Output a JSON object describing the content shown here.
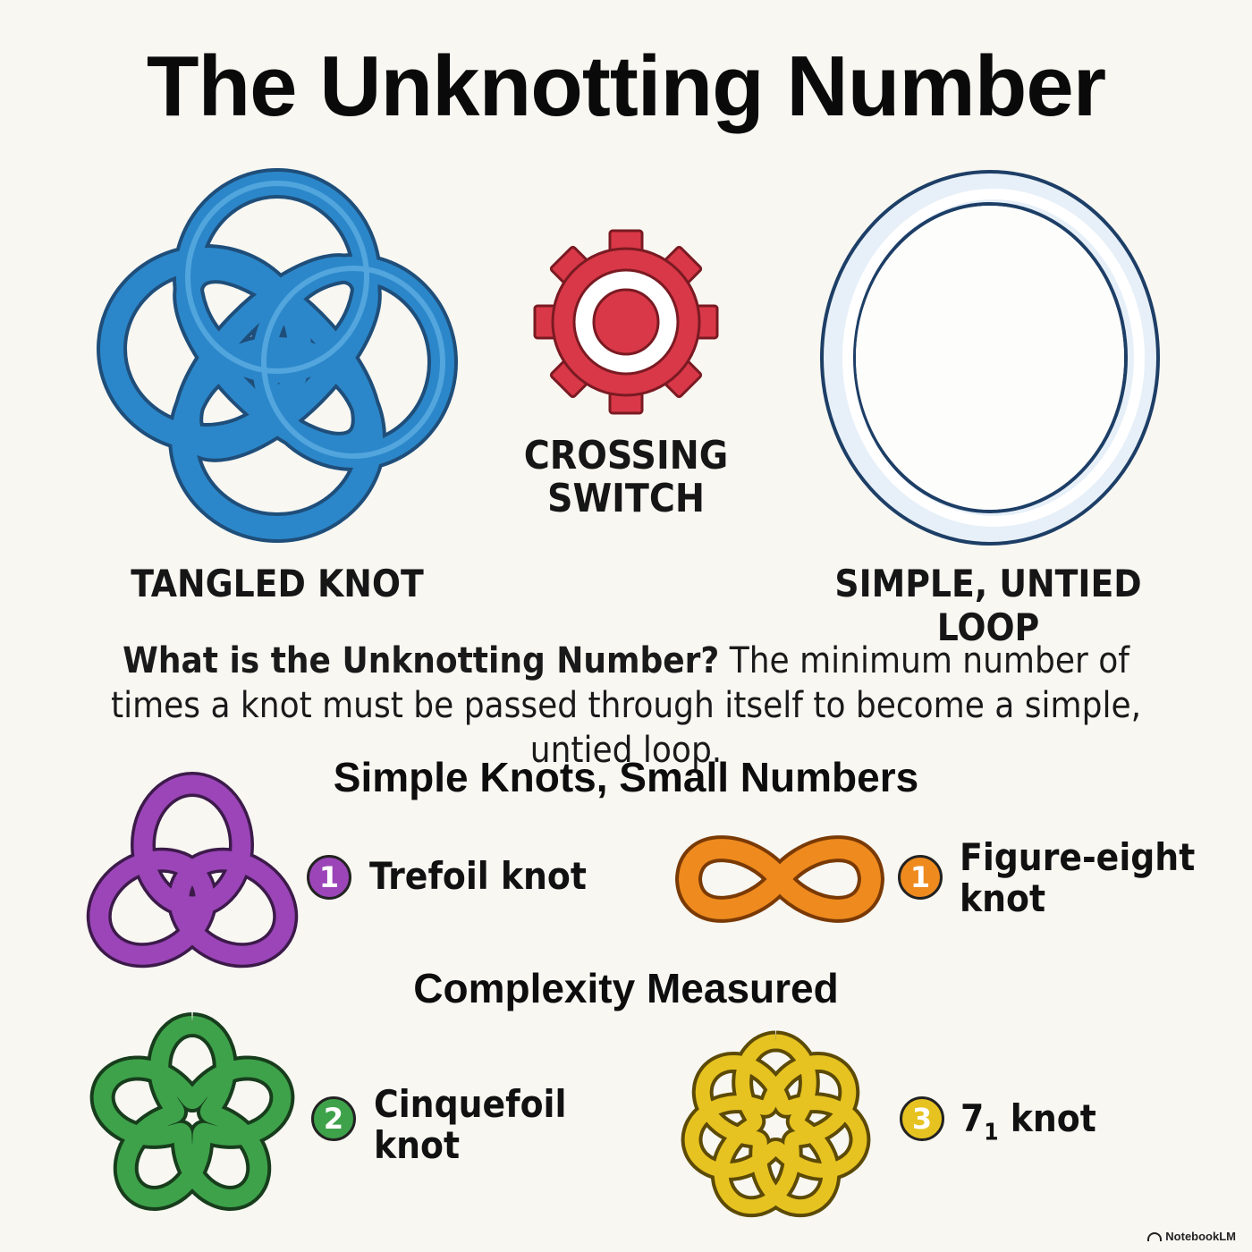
{
  "title": "The Unknotting Number",
  "hero": {
    "left_caption": "TANGLED KNOT",
    "center_caption_line1": "CROSSING",
    "center_caption_line2": "SWITCH",
    "right_caption": "SIMPLE, UNTIED LOOP"
  },
  "definition": {
    "question": "What is the Unknotting Number?",
    "answer": " The minimum number of times a knot must be passed through itself to become a simple, untied loop."
  },
  "section_simple": "Simple Knots, Small Numbers",
  "section_complexity": "Complexity Measured",
  "knots": [
    {
      "name": "Trefoil knot",
      "number": "1",
      "color": "#9b45b8"
    },
    {
      "name_line1": "Figure-eight",
      "name_line2": "knot",
      "number": "1",
      "color": "#ee8a1e"
    },
    {
      "name_line1": "Cinquefoil",
      "name_line2": "knot",
      "number": "2",
      "color": "#3ea24a"
    },
    {
      "name_main": "7",
      "name_sub": "1",
      "name_rest": " knot",
      "number": "3",
      "color": "#e7c321"
    }
  ],
  "colors": {
    "tangled_knot": "#2b87c9",
    "gear": "#d93848",
    "loop_outline": "#1d3e66"
  },
  "footer": "NotebookLM"
}
